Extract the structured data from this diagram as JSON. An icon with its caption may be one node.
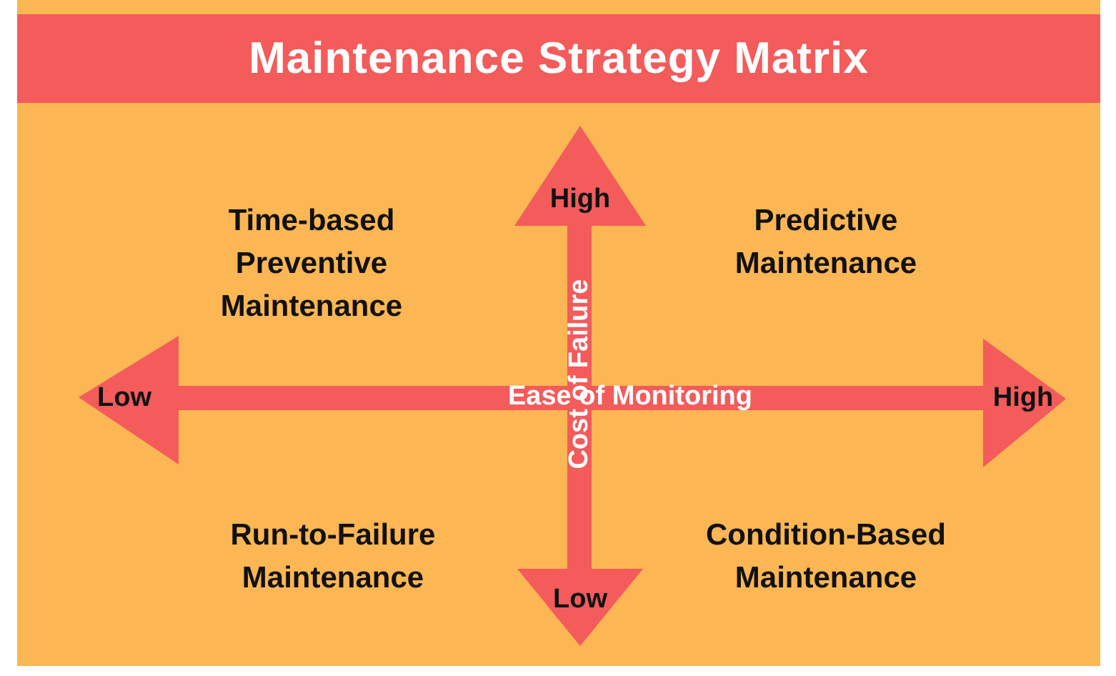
{
  "diagram": {
    "title": "Maintenance Strategy Matrix",
    "labels": [
      "High",
      "Time-based Preventive Maintenance",
      "Predictive Maintenance",
      "Low",
      "Ease of Monitoring",
      "High",
      "Cost of Failure",
      "Run-to-Failure Maintenance",
      "Condition-Based Maintenance",
      "Low"
    ]
  }
}
